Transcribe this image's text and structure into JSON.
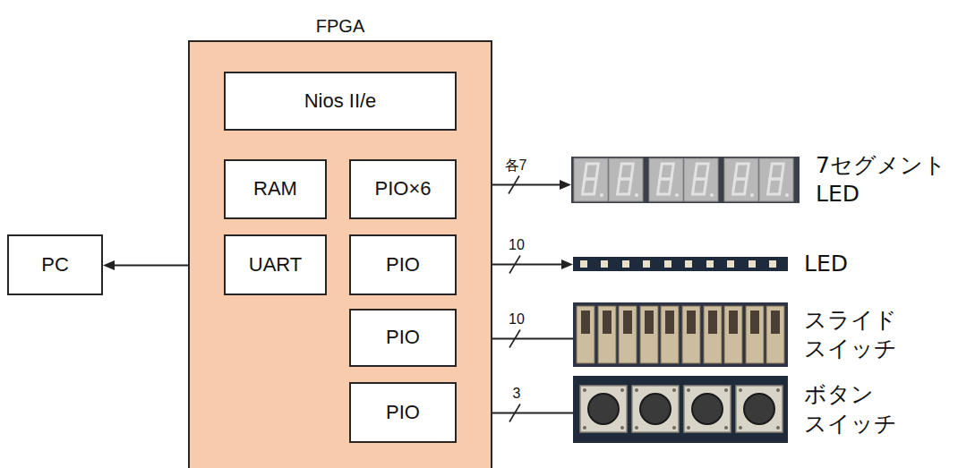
{
  "diagram": {
    "nodes": [
      {
        "text": [
          "FPGA"
        ]
      },
      {
        "text": [
          "Nios II/e"
        ],
        "in": 0
      },
      {
        "text": [
          "RAM"
        ],
        "in": 0
      },
      {
        "text": [
          "PIO×6"
        ],
        "in": 0
      },
      {
        "text": [
          "UART"
        ],
        "in": 0
      },
      {
        "text": [
          "PIO"
        ],
        "in": 0
      },
      {
        "text": [
          "PIO"
        ],
        "in": 0
      },
      {
        "text": [
          "PIO"
        ],
        "in": 0
      },
      {
        "text": [
          "PC"
        ]
      },
      {
        "text": [
          "7セグメント LED"
        ]
      },
      {
        "text": [
          "LED"
        ]
      },
      {
        "text": [
          "スライド スイッチ"
        ]
      },
      {
        "text": [
          "ボタン スイッチ"
        ]
      }
    ],
    "edges": [
      {
        "from": 8,
        "to": 4,
        "arrow": "both"
      },
      {
        "from": 3,
        "to": 9,
        "arrow": "to",
        "label": "各7"
      },
      {
        "from": 5,
        "to": 10,
        "arrow": "to",
        "label": "10"
      },
      {
        "from": 11,
        "to": 6,
        "arrow": "to",
        "label": "10"
      },
      {
        "from": 12,
        "to": 7,
        "arrow": "to",
        "label": "3"
      }
    ]
  }
}
